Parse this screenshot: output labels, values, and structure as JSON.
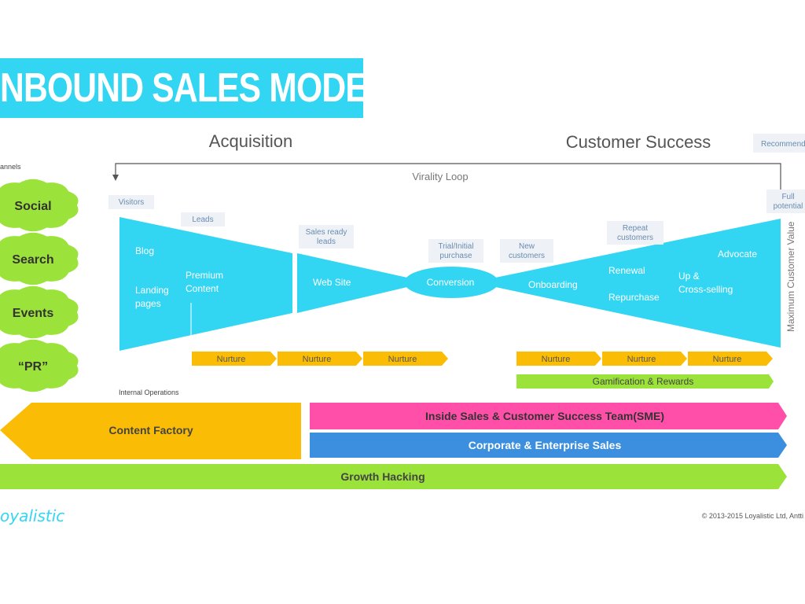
{
  "title": "NBOUND SALES MODEL",
  "sections": {
    "acquisition": "Acquisition",
    "customer_success": "Customer Success"
  },
  "labels": {
    "channels": "annels",
    "virality_loop": "Virality Loop",
    "recommend": "Recommend",
    "full_potential": "Full potential",
    "internal_operations": "Internal Operations",
    "max_value": "Maximum Customer Value"
  },
  "channels": [
    "Social",
    "Search",
    "Events",
    "“PR”"
  ],
  "stage_tags": {
    "visitors": "Visitors",
    "leads": "Leads",
    "sales_ready": "Sales ready leads",
    "trial": "Trial/Initial purchase",
    "new_customers": "New customers",
    "repeat_customers": "Repeat customers"
  },
  "funnel_text": {
    "blog": "Blog",
    "landing": "Landing pages",
    "premium": "Premium Content",
    "website": "Web Site",
    "conversion": "Conversion",
    "onboarding": "Onboarding",
    "renewal": "Renewal",
    "repurchase": "Repurchase",
    "upcross": "Up & Cross-selling",
    "advocate": "Advocate"
  },
  "nurture_label": "Nurture",
  "bars": {
    "gamification": "Gamification & Rewards",
    "inside_sales": "Inside Sales & Customer Success Team(SME)",
    "corporate": "Corporate & Enterprise Sales",
    "content_factory": "Content Factory",
    "growth_hacking": "Growth Hacking"
  },
  "footer": {
    "logo": "oyalistic",
    "copyright": "© 2013-2015 Loyalistic Ltd, Antti"
  },
  "colors": {
    "cyan": "#33d6f2",
    "orange": "#fbbc05",
    "green": "#9be33a",
    "magenta": "#ff4fa8",
    "blue": "#3c8fdf",
    "tag_bg": "#eef2f6",
    "tag_text": "#6b8bb0"
  }
}
